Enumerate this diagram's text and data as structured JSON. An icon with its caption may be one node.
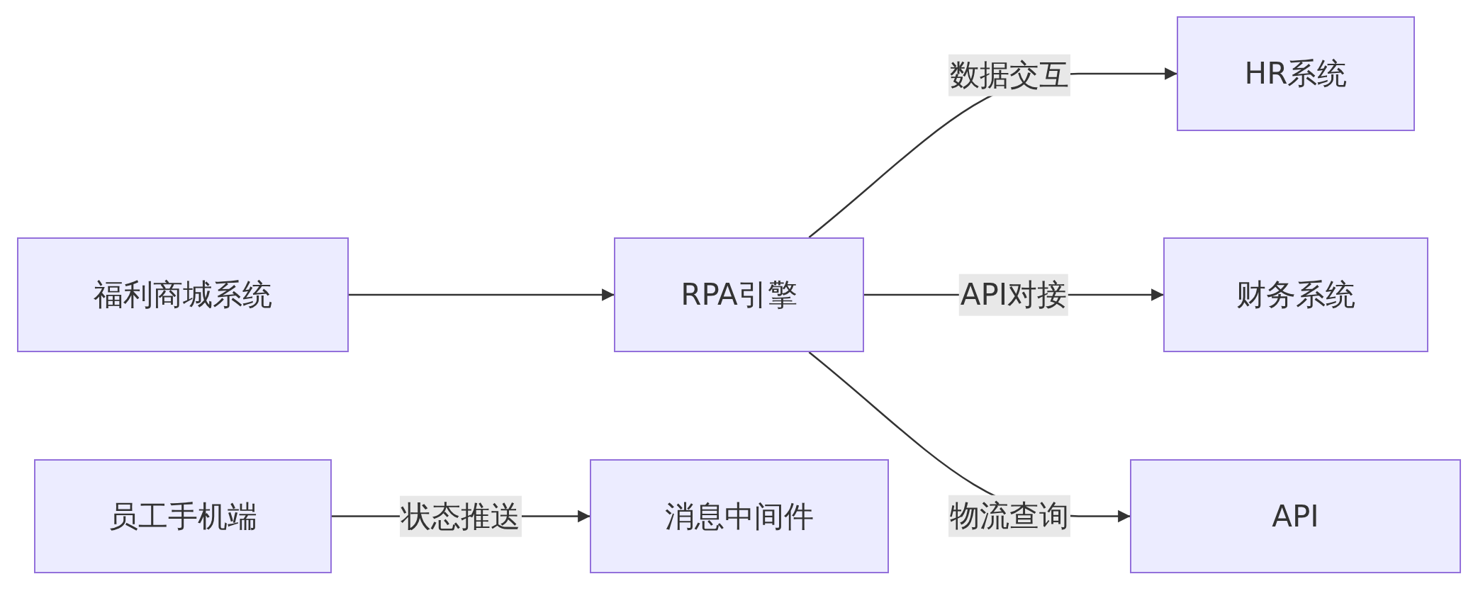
{
  "diagram": {
    "nodes": [
      {
        "text": [
          "福利商城系统"
        ]
      },
      {
        "text": [
          "RPA引擎"
        ]
      },
      {
        "text": [
          "HR系统"
        ]
      },
      {
        "text": [
          "财务系统"
        ]
      },
      {
        "text": [
          "API"
        ]
      },
      {
        "text": [
          "员工手机端"
        ]
      },
      {
        "text": [
          "消息中间件"
        ]
      }
    ],
    "edges": [
      {
        "from": 0,
        "to": 1,
        "arrow": "to"
      },
      {
        "from": 1,
        "to": 2,
        "arrow": "to",
        "label": "数据交互"
      },
      {
        "from": 1,
        "to": 3,
        "arrow": "to",
        "label": "API对接"
      },
      {
        "from": 1,
        "to": 4,
        "arrow": "to",
        "label": "物流查询"
      },
      {
        "from": 5,
        "to": 6,
        "arrow": "to",
        "label": "状态推送"
      }
    ]
  }
}
